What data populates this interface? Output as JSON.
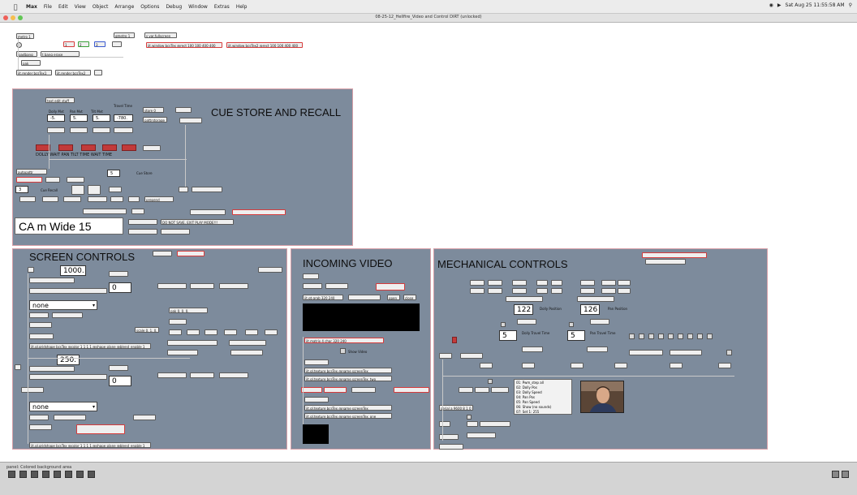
{
  "menubar": {
    "app": "Max",
    "items": [
      "File",
      "Edit",
      "View",
      "Object",
      "Arrange",
      "Options",
      "Debug",
      "Window",
      "Extras",
      "Help"
    ],
    "clock": "Sat Aug 25 11:55:58 AM"
  },
  "window": {
    "title": "08-25-12_Hellfire_Video and Control DIRT (unlocked)"
  },
  "top": {
    "metro1": "metro 1",
    "loadbang": "loadbang",
    "msg1": "1",
    "msg2": "2",
    "msg3": "3",
    "qmetro": "qmetro 1",
    "var_fullscreen": "s var.fullscreen",
    "vw1": "jit.window bcsTex @rect 100 100 400 400",
    "vw2": "jit.window bcsTex2 @rect 100 100 400 400",
    "render1": "jit.render bcsTex1",
    "render2": "jit.render bcsTex2",
    "pak": "pak",
    "erase": "t bang erase"
  },
  "cue": {
    "title": "CUE STORE AND RECALL",
    "top_label": "text edit stuff",
    "headers": [
      "Dolly Mvt",
      "Pan Mvt",
      "Tilt Mvt",
      "Travel Time"
    ],
    "values": [
      "-5.",
      "5.",
      "5.",
      "-780."
    ],
    "store": "store 0",
    "pattr": "pattrstorage",
    "bottom_labels": [
      "DOLLY",
      "PAN",
      "TILT",
      "TIME",
      "WAIT"
    ],
    "bottom_row": "DOLLY WAIT  PAN  TILT  TIME  WAIT TIME",
    "cue_store_num": "5",
    "cue_store_label": "Cue Store",
    "cue_recall_num": "3",
    "cue_recall_label": "Cue Recall",
    "cue_name": "CA m Wide 15",
    "autopattr": "autopattr",
    "message": "prepend",
    "no_button": "DO NOT SAVE, EXIT PLAY MODE!!!"
  },
  "screen": {
    "title": "SCREEN CONTROLS",
    "num1": "1000.",
    "num2": "0",
    "menu1": "none",
    "num3": "250.",
    "num4": "0",
    "menu2": "none",
    "gridshape1": "jit.gl.gridshape bcsTex @color 1 1 1 1 @shape plane @blend_enable 1",
    "gridshape2": "jit.gl.gridshape bcsTex @color 1 1 1 1 @shape plane @blend_enable 1",
    "pak_label": "pak 0. 0. 0.",
    "scale_label": "scale 0. 1. 0. 1."
  },
  "video": {
    "title": "INCOMING VIDEO",
    "qt_grab": "jit.qt.grab 320 240",
    "open": "open",
    "close": "close",
    "jit_matrix": "jit.matrix 4 char 320 240",
    "texture1": "jit.gl.texture bcsTex @name screenTex",
    "texture2": "jit.gl.texture bcsTex @name screenTex_two",
    "texture3": "jit.gl.texture bcsTex @name screenTex",
    "texture4": "jit.gl.texture bcsTex @name screenTex_one",
    "show_video": "Show Video"
  },
  "mech": {
    "title": "MECHANICAL CONTROLS",
    "dolly_pos": "122",
    "dolly_label": "Dolly Position",
    "pan_pos": "126",
    "pan_label": "Pan Position",
    "dolly_time": "5",
    "dolly_time_label": "Dolly Travel Time",
    "pan_time": "5",
    "pan_time_label": "Pan Travel Time",
    "serial": "serial a 9600 8 1 0",
    "list": [
      "01: Pwm_step all",
      "02: Dolly Pos",
      "03: Dolly Speed",
      "04: Pan Pos",
      "05: Pan Speed",
      "06: Show (no sounds)",
      "07: Set 1: 255"
    ]
  },
  "status": {
    "text": "panel: Colored background area"
  },
  "colors": {
    "panel": "#7d8b9c",
    "accent_red": "#d63b3b",
    "panel_border": "#d8a0a8"
  }
}
